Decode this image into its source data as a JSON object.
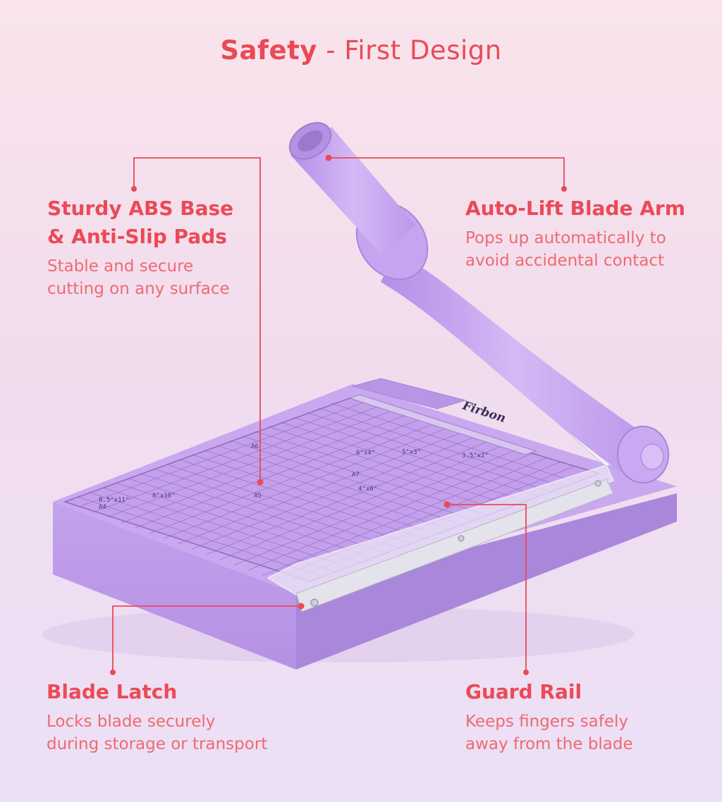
{
  "title": {
    "strong": "Safety",
    "rest": " - First Design"
  },
  "features": {
    "base": {
      "title_line1": "Sturdy ABS Base",
      "title_line2": "& Anti-Slip Pads",
      "desc_line1": "Stable and secure",
      "desc_line2": "cutting on any surface"
    },
    "arm": {
      "title": "Auto-Lift Blade Arm",
      "desc_line1": "Pops up automatically to",
      "desc_line2": "avoid accidental contact"
    },
    "latch": {
      "title": "Blade Latch",
      "desc_line1": "Locks blade securely",
      "desc_line2": "during storage or transport"
    },
    "rail": {
      "title": "Guard Rail",
      "desc_line1": "Keeps fingers safely",
      "desc_line2": "away from the blade"
    }
  },
  "product": {
    "brand": "Firbon",
    "grid_labels": [
      "A4",
      "8.5\"x11\"",
      "8\"x10\"",
      "A5",
      "A6",
      "6\"x4\"",
      "5\"x3\"",
      "3.5\"x2\"",
      "4\"x6\"",
      "A7"
    ]
  },
  "colors": {
    "accent": "#ea4a56",
    "text": "#ef6a70",
    "body_purple": "#c9a8ef",
    "body_dark": "#a888dd"
  }
}
